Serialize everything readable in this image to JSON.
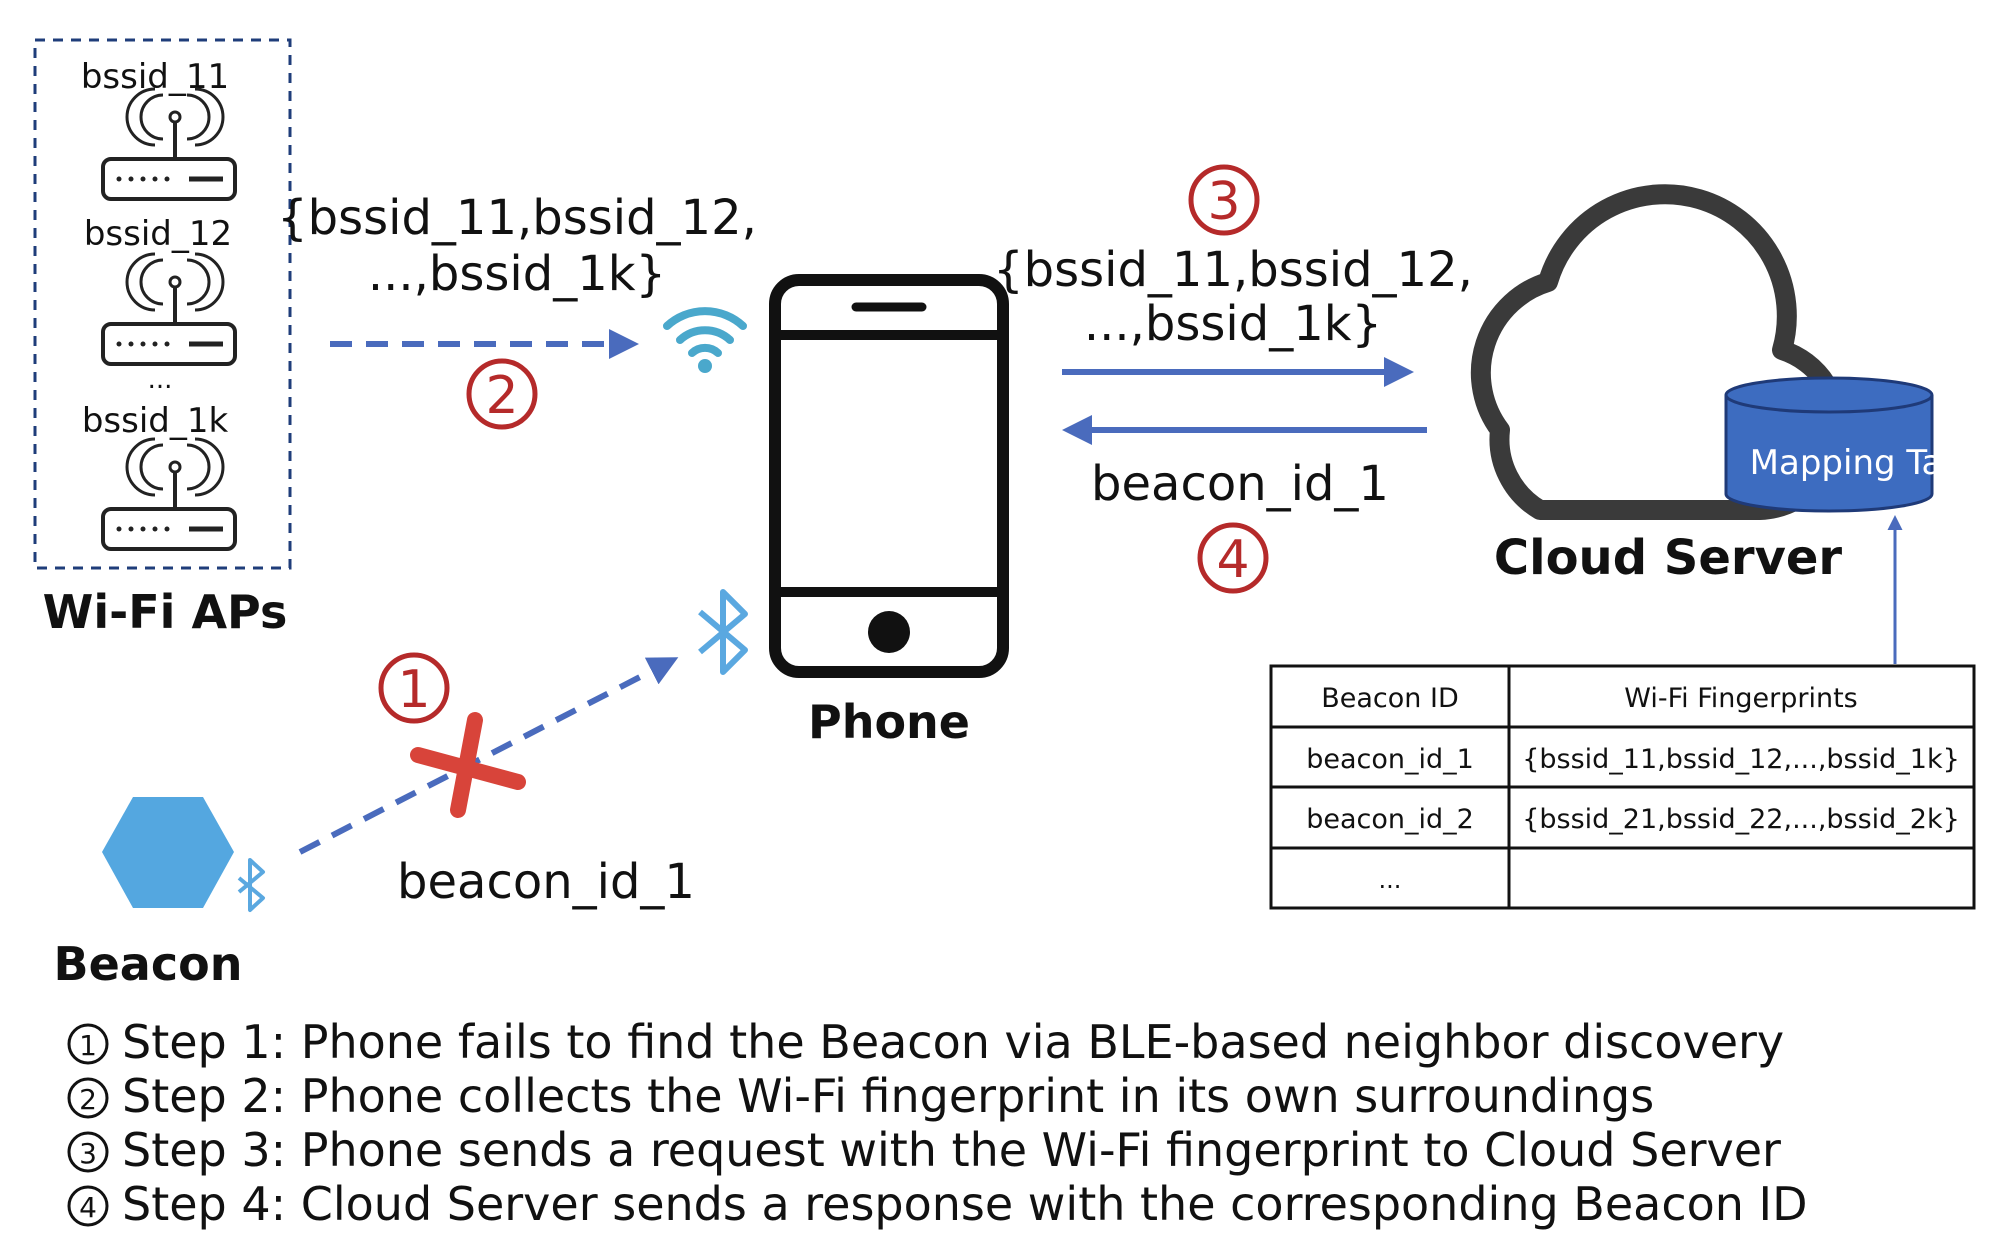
{
  "wifi_aps": {
    "label": "Wi-Fi APs",
    "bssids": [
      "bssid_11",
      "bssid_12",
      "bssid_1k"
    ],
    "ellipsis": "..."
  },
  "step2_fingerprint": {
    "line1": "{bssid_11,bssid_12,",
    "line2": "...,bssid_1k}"
  },
  "phone": {
    "label": "Phone"
  },
  "step3_fingerprint": {
    "line1": "{bssid_11,bssid_12,",
    "line2": "...,bssid_1k}"
  },
  "response_label": "beacon_id_1",
  "beacon": {
    "label": "Beacon",
    "broadcast_label": "beacon_id_1"
  },
  "cloud": {
    "label": "Cloud Server",
    "db_label": "Mapping Table"
  },
  "markers": {
    "step1": "1",
    "step2": "2",
    "step3": "3",
    "step4": "4"
  },
  "table": {
    "headers": [
      "Beacon ID",
      "Wi-Fi Fingerprints"
    ],
    "rows": [
      [
        "beacon_id_1",
        "{bssid_11,bssid_12,...,bssid_1k}"
      ],
      [
        "beacon_id_2",
        "{bssid_21,bssid_22,...,bssid_2k}"
      ],
      [
        "...",
        ""
      ]
    ]
  },
  "legend": [
    {
      "num": "1",
      "text": "Step 1: Phone fails to find the Beacon via BLE-based neighbor discovery"
    },
    {
      "num": "2",
      "text": "Step 2: Phone collects the Wi-Fi fingerprint in its own surroundings"
    },
    {
      "num": "3",
      "text": "Step 3: Phone sends a request with the Wi-Fi fingerprint to Cloud Server"
    },
    {
      "num": "4",
      "text": "Step 4: Cloud Server sends a response with the corresponding Beacon ID"
    }
  ],
  "colors": {
    "arrow": "#4a6bbd",
    "step_marker": "#b52a2a",
    "bluetooth": "#5aa8e0",
    "wifi_symbol": "#4aa8cc",
    "beacon": "#54a7e0",
    "database": "#3d6cc0",
    "cross": "#d8443a"
  }
}
